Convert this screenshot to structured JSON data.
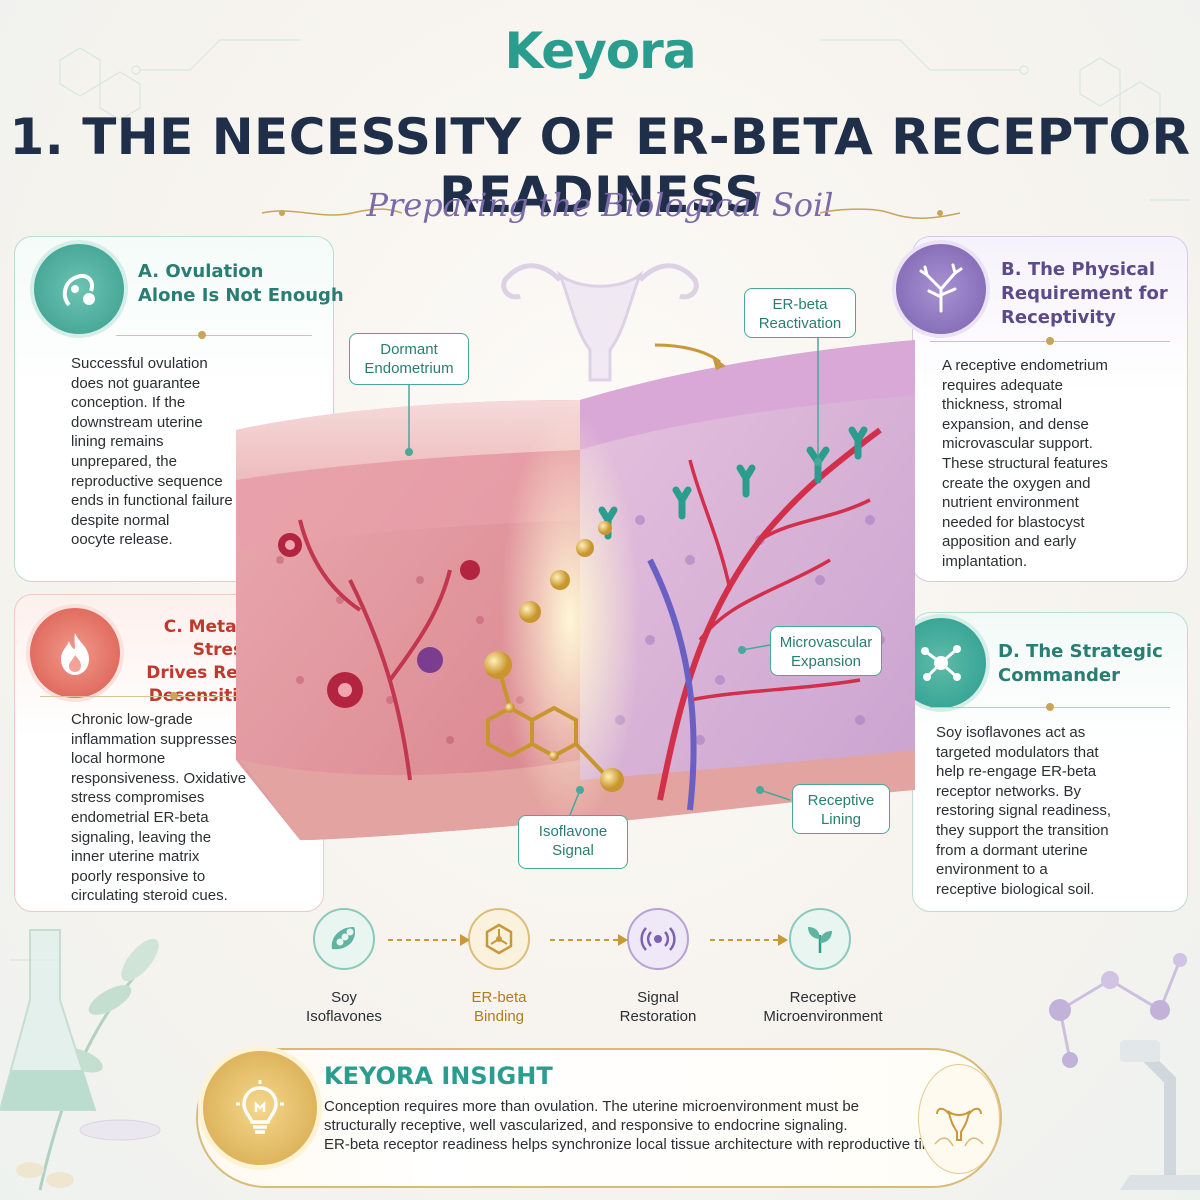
{
  "brand": {
    "logo_text": "Keyora",
    "logo_rest": "eyora"
  },
  "header": {
    "title": "1. THE NECESSITY OF ER-BETA RECEPTOR READINESS",
    "subtitle": "Preparing the Biological Soil"
  },
  "cards": {
    "a": {
      "heading_line1": "A. Ovulation",
      "heading_line2": "Alone Is Not Enough",
      "body": [
        "Successful ovulation",
        "does not guarantee",
        "conception. If the",
        "downstream uterine",
        "lining remains",
        "unprepared, the",
        "reproductive sequence",
        "ends in functional failure",
        "despite normal",
        "oocyte release."
      ]
    },
    "b": {
      "heading_line1": "B. The Physical",
      "heading_line2": "Requirement for",
      "heading_line3": "Receptivity",
      "body": [
        "A receptive endometrium",
        "requires adequate",
        "thickness, stromal",
        "expansion, and dense",
        "microvascular support.",
        "These structural features",
        "create the oxygen and",
        "nutrient environment",
        "needed for blastocyst",
        "apposition and early",
        "implantation."
      ]
    },
    "c": {
      "heading_line1": "C. Metabolic Stress",
      "heading_line2": "Drives Receptor",
      "heading_line3": "Desensitization",
      "body": [
        "Chronic low-grade",
        "inflammation suppresses",
        "local hormone",
        "responsiveness. Oxidative",
        "stress compromises",
        "endometrial ER-beta",
        "signaling, leaving the",
        "inner uterine matrix",
        "poorly responsive to",
        "circulating steroid cues."
      ]
    },
    "d": {
      "heading_line1": "D. The Strategic",
      "heading_line2": "Commander",
      "body": [
        "Soy isoflavones act as",
        "targeted modulators that",
        "help re-engage ER-beta",
        "receptor networks. By",
        "restoring signal readiness,",
        "they support the transition",
        "from a dormant uterine",
        "environment to a",
        "receptive biological soil."
      ]
    }
  },
  "callouts": {
    "dormant": [
      "Dormant",
      "Endometrium"
    ],
    "er_beta": [
      "ER-beta",
      "Reactivation"
    ],
    "microvascular": [
      "Microvascular",
      "Expansion"
    ],
    "receptive": [
      "Receptive",
      "Lining"
    ],
    "isoflavone": [
      "Isoflavone",
      "Signal"
    ]
  },
  "flow": [
    {
      "line1": "Soy",
      "line2": "Isoflavones",
      "icon": "soybean-icon",
      "color": "#2a9d8f"
    },
    {
      "line1": "ER-beta",
      "line2": "Binding",
      "icon": "molecule-hexagon-icon",
      "color": "#c9983a"
    },
    {
      "line1": "Signal",
      "line2": "Restoration",
      "icon": "signal-waves-icon",
      "color": "#7b62b0"
    },
    {
      "line1": "Receptive",
      "line2": "Microenvironment",
      "icon": "sprout-icon",
      "color": "#2a9d8f"
    }
  ],
  "insight": {
    "title": "KEYORA INSIGHT",
    "lines": [
      "Conception requires more than ovulation. The uterine microenvironment must be",
      "structurally receptive, well vascularized, and responsive to endocrine signaling.",
      "ER-beta receptor readiness helps synchronize local tissue architecture with reproductive timing."
    ]
  },
  "colors": {
    "teal": "#2a9d8f",
    "navy": "#1f2f4a",
    "purple": "#7b6aa8",
    "coral": "#d9534f",
    "gold": "#c9a45a"
  }
}
